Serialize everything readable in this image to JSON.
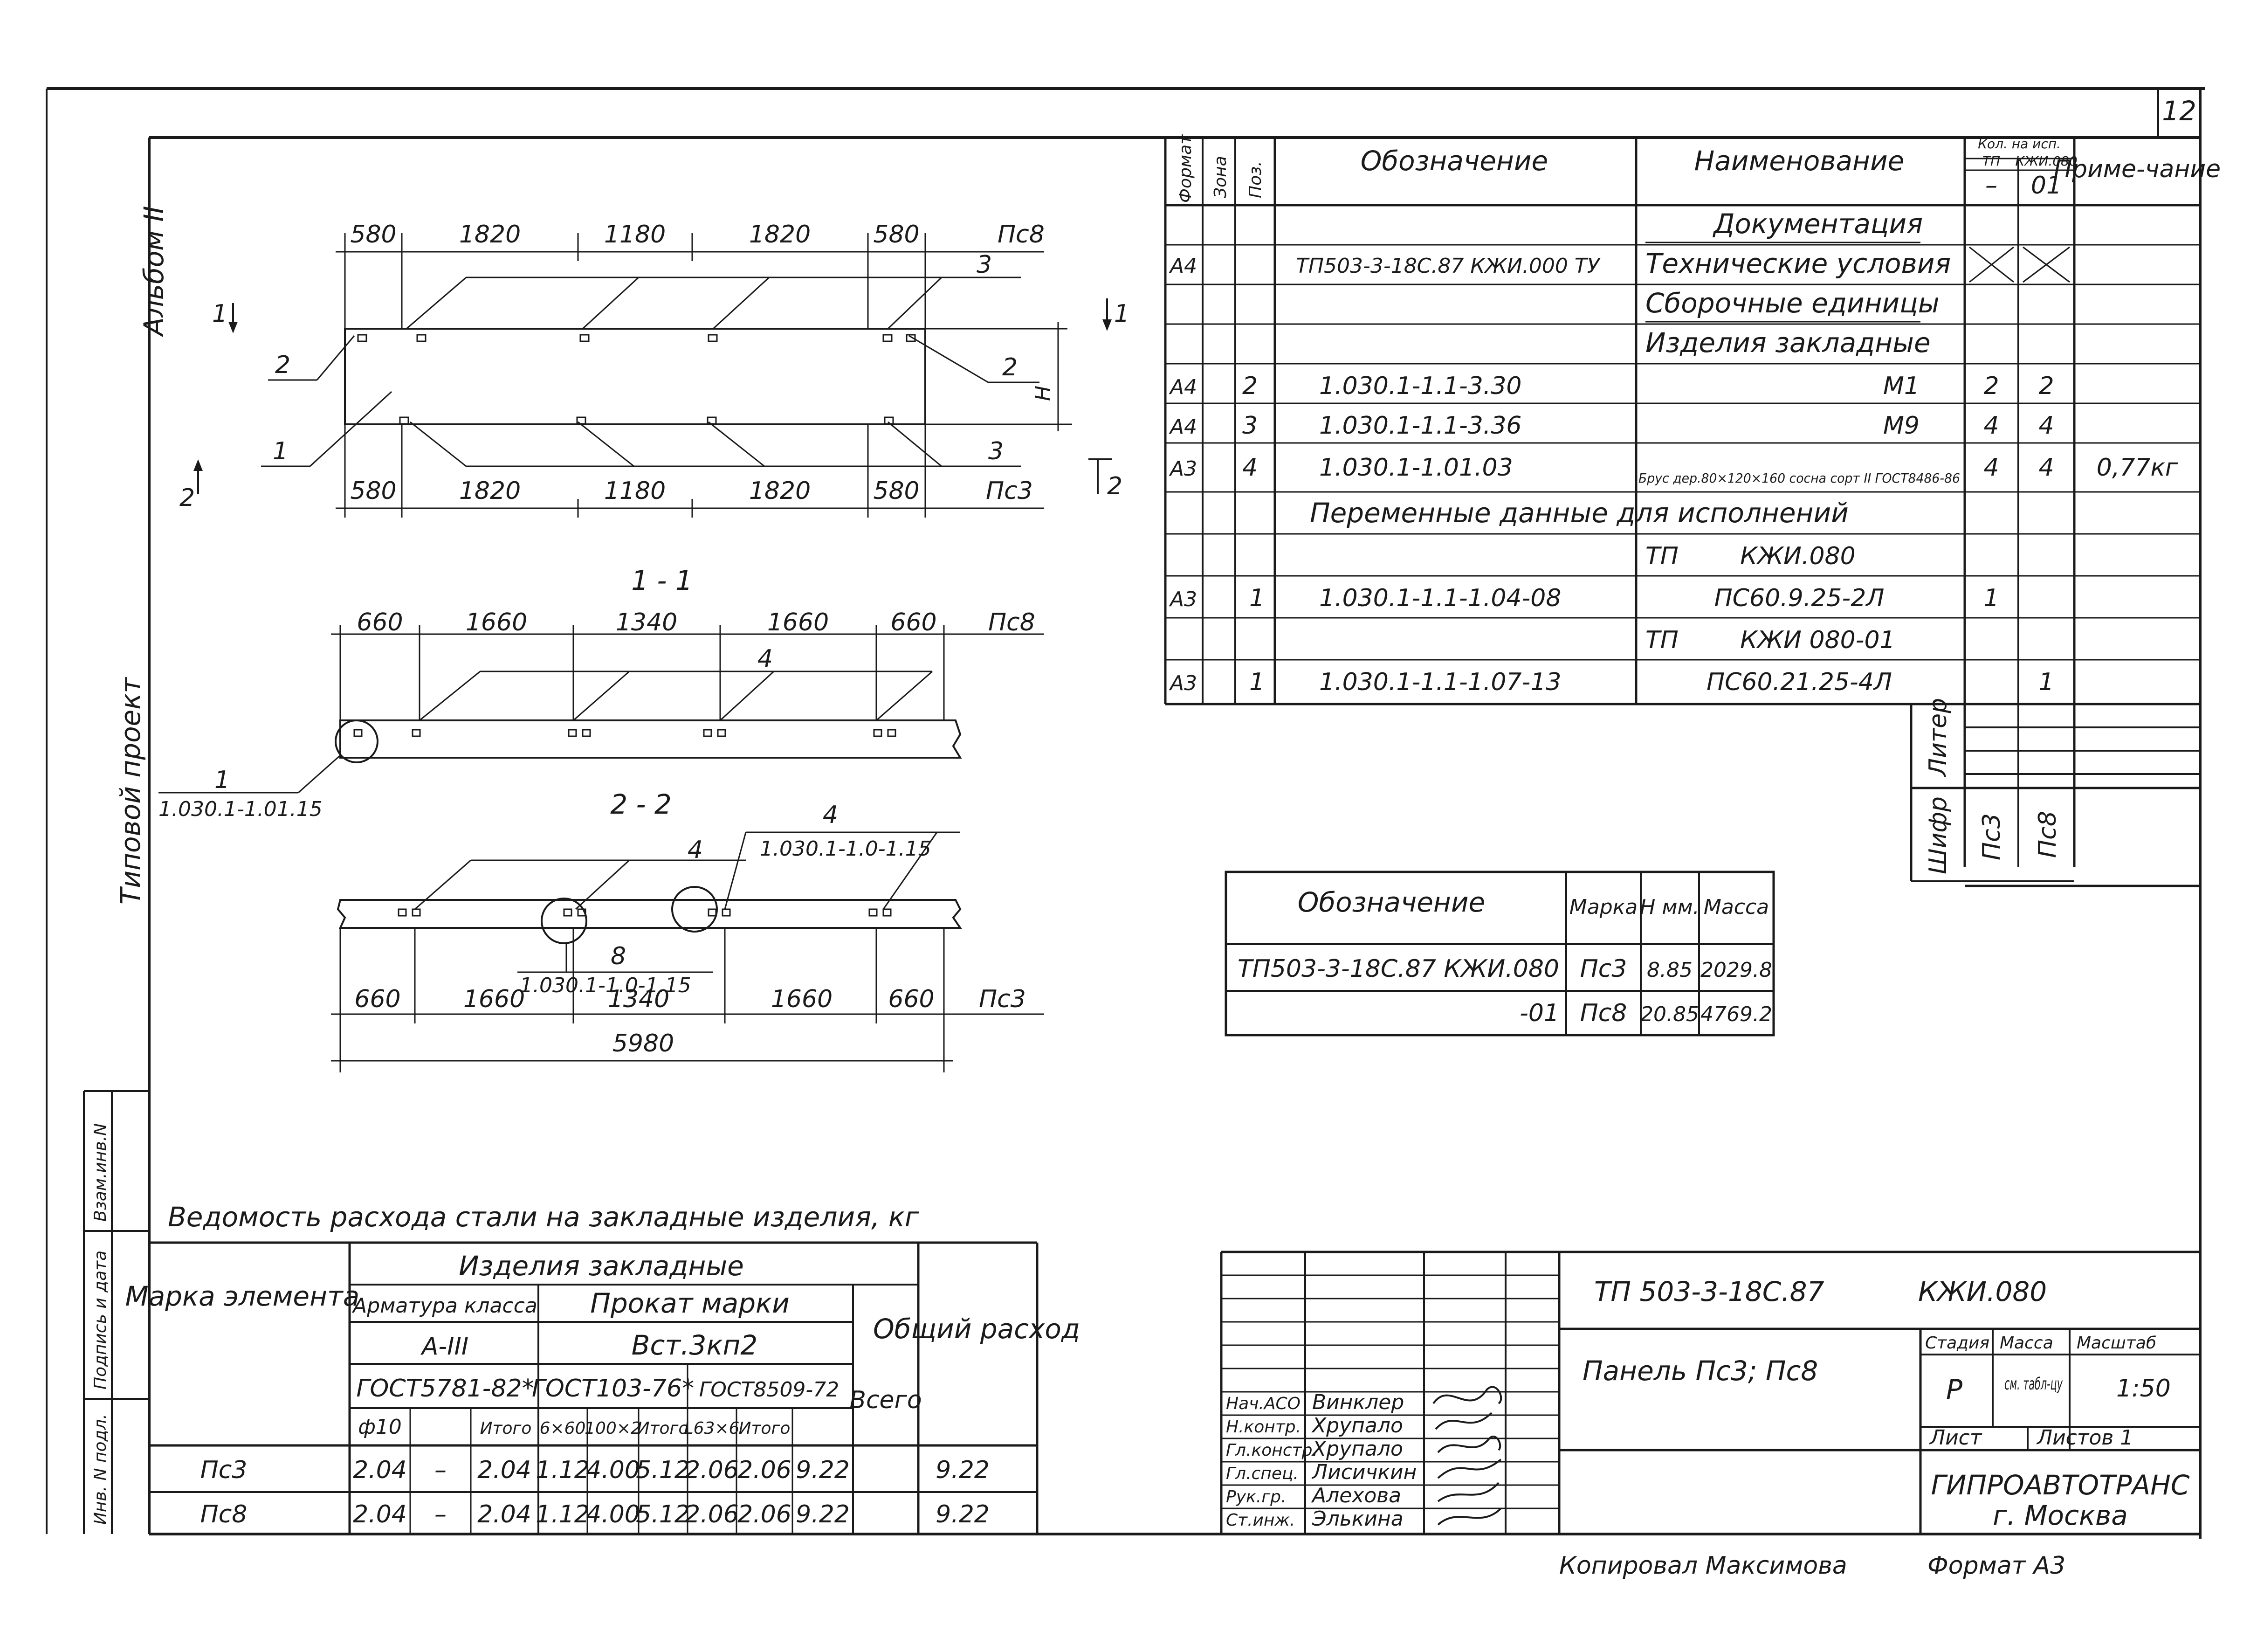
{
  "sheet": {
    "page_number": "12",
    "format_label": "Формат А3",
    "copied_by": "Копировал Максимова"
  },
  "left_margin": {
    "album": "Альбом II",
    "project_type": "Типовой проект",
    "stamp_cells": [
      "Взам.инв.N",
      "Подпись и дата",
      "Инв. N подл."
    ]
  },
  "plan_view": {
    "top_marks": [
      "580",
      "1820",
      "1180",
      "1820",
      "580"
    ],
    "top_variant": "Пс8",
    "bottom_marks": [
      "580",
      "1820",
      "1180",
      "1820",
      "580"
    ],
    "bottom_variant": "Пс3",
    "callouts": [
      "3",
      "2",
      "2",
      "1",
      "3"
    ],
    "section_marks": [
      "1",
      "1",
      "2",
      "2"
    ],
    "height_mark": "Н"
  },
  "section_1": {
    "title": "1 - 1",
    "marks": [
      "660",
      "1660",
      "1340",
      "1660",
      "660"
    ],
    "variant": "Пс8",
    "pos_label": "4",
    "detail_pos": "1",
    "detail_ref": "1.030.1-1.01.15"
  },
  "section_2": {
    "title": "2 - 2",
    "marks": [
      "660",
      "1660",
      "1340",
      "1660",
      "660"
    ],
    "variant": "Пс3",
    "total": "5980",
    "pos_labels": [
      "4",
      "4"
    ],
    "ref_top": "1.030.1-1.0-1.15",
    "detail_pos": "8",
    "ref_bottom": "1.030.1-1.0-1.15"
  },
  "spec_table": {
    "headers": [
      "Формат",
      "Зона",
      "Поз.",
      "Обозначение",
      "Наименование",
      "Кол. на исп.",
      "ТП",
      "КЖИ.080",
      "Приме-чание",
      "–",
      "01"
    ],
    "rows": [
      {
        "fmt": "",
        "zone": "",
        "pos": "",
        "code": "",
        "name": "Документация",
        "q1": "",
        "q2": "",
        "note": ""
      },
      {
        "fmt": "А4",
        "zone": "",
        "pos": "",
        "code": "ТП503-3-18С.87 КЖИ.000 ТУ",
        "name": "Технические условия",
        "q1": "X",
        "q2": "X",
        "note": ""
      },
      {
        "fmt": "",
        "zone": "",
        "pos": "",
        "code": "",
        "name": "Сборочные единицы",
        "q1": "",
        "q2": "",
        "note": ""
      },
      {
        "fmt": "",
        "zone": "",
        "pos": "",
        "code": "",
        "name": "Изделия закладные",
        "q1": "",
        "q2": "",
        "note": ""
      },
      {
        "fmt": "А4",
        "zone": "",
        "pos": "2",
        "code": "1.030.1-1.1-3.30",
        "name": "М1",
        "q1": "2",
        "q2": "2",
        "note": ""
      },
      {
        "fmt": "А4",
        "zone": "",
        "pos": "3",
        "code": "1.030.1-1.1-3.36",
        "name": "М9",
        "q1": "4",
        "q2": "4",
        "note": ""
      },
      {
        "fmt": "А3",
        "zone": "",
        "pos": "4",
        "code": "1.030.1-1.01.03",
        "name": "Брус дер.80×120×160 сосна сорт II ГОСТ8486-86",
        "q1": "4",
        "q2": "4",
        "note": "0,77кг"
      },
      {
        "fmt": "",
        "zone": "",
        "pos": "",
        "code": "",
        "name": "Переменные данные для исполнений",
        "q1": "",
        "q2": "",
        "note": ""
      },
      {
        "fmt": "",
        "zone": "",
        "pos": "",
        "code": "",
        "name": "ТП        КЖИ.080",
        "q1": "",
        "q2": "",
        "note": ""
      },
      {
        "fmt": "А3",
        "zone": "",
        "pos": "1",
        "code": "1.030.1-1.1-1.04-08",
        "name": "ПС60.9.25-2Л",
        "q1": "1",
        "q2": "",
        "note": ""
      },
      {
        "fmt": "",
        "zone": "",
        "pos": "",
        "code": "",
        "name": "ТП        КЖИ 080-01",
        "q1": "",
        "q2": "",
        "note": ""
      },
      {
        "fmt": "А3",
        "zone": "",
        "pos": "1",
        "code": "1.030.1-1.1-1.07-13",
        "name": "ПС60.21.25-4Л",
        "q1": "",
        "q2": "1",
        "note": ""
      }
    ],
    "liter_label": "Литер",
    "cipher_label": "Шифр",
    "cipher_values": [
      "Пс3",
      "Пс8"
    ]
  },
  "mass_table": {
    "headers": [
      "Обозначение",
      "Марка",
      "Н мм.",
      "Масса"
    ],
    "rows": [
      [
        "ТП503-3-18С.87 КЖИ.080",
        "Пс3",
        "8.85",
        "2029.8"
      ],
      [
        "-01",
        "Пс8",
        "20.85",
        "4769.2"
      ]
    ]
  },
  "steel_table": {
    "title": "Ведомость расхода стали на закладные изделия, кг",
    "mark_header": "Марка элемента",
    "group_header": "Изделия закладные",
    "sub1": "Арматура класса",
    "sub1_class": "А-III",
    "sub1_gost": "ГОСТ5781-82*",
    "sub2": "Прокат марки",
    "sub2_mark": "Вст.3кп2",
    "sub2_gost1": "ГОСТ103-76*",
    "sub2_gost2": "ГОСТ8509-72",
    "cols": [
      "ф10",
      "Итого",
      "6×60",
      "100×2",
      "Итого",
      "L63×6",
      "Итого"
    ],
    "total_header": "Всего",
    "general_header": "Общий расход",
    "rows": [
      [
        "Пс3",
        "2.04",
        "–",
        "2.04",
        "1.12",
        "4.00",
        "5.12",
        "2.06",
        "2.06",
        "9.22",
        "9.22"
      ],
      [
        "Пс8",
        "2.04",
        "–",
        "2.04",
        "1.12",
        "4.00",
        "5.12",
        "2.06",
        "2.06",
        "9.22",
        "9.22"
      ]
    ]
  },
  "title_block": {
    "doc_code": "ТП 503-3-18С.87",
    "doc_suffix": "КЖИ.080",
    "title": "Панель Пс3; Пс8",
    "roles": [
      "Нач.АСО",
      "Н.контр.",
      "Гл.констр.",
      "Гл.спец.",
      "Рук.гр.",
      "Ст.инж."
    ],
    "names": [
      "Винклер",
      "Хрупало",
      "Хрупало",
      "Лисичкин",
      "Алехова",
      "Элькина"
    ],
    "stage_label": "Стадия",
    "stage": "Р",
    "mass_label": "Масса",
    "mass": "см. табл-цу",
    "scale_label": "Масштаб",
    "scale": "1:50",
    "sheet_label": "Лист",
    "sheets_label": "Листов 1",
    "org": "ГИПРОАВТОТРАНС",
    "city": "г. Москва"
  }
}
